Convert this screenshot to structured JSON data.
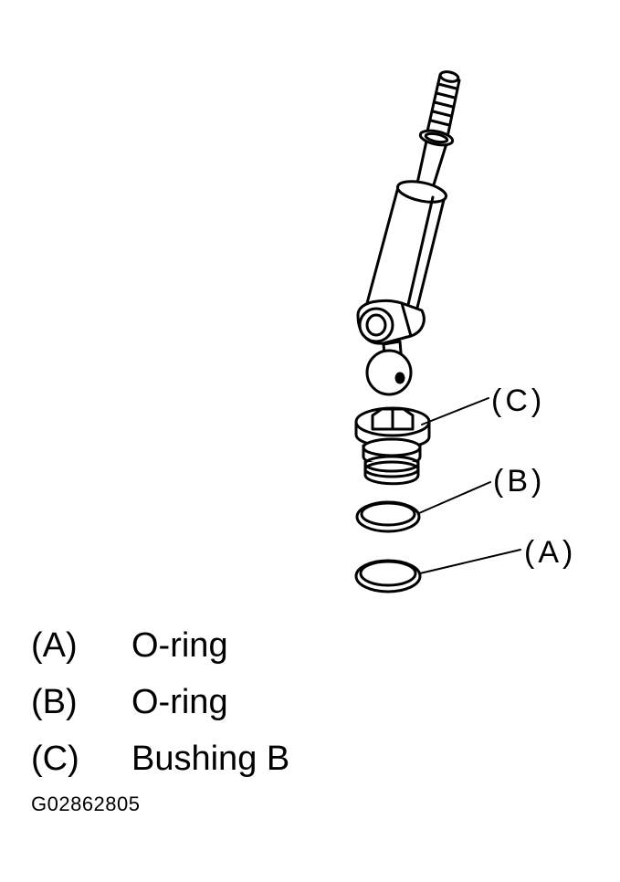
{
  "callouts": {
    "a": "(A)",
    "b": "(B)",
    "c": "(C)"
  },
  "legend": [
    {
      "key": "(A)",
      "desc": "O-ring"
    },
    {
      "key": "(B)",
      "desc": "O-ring"
    },
    {
      "key": "(C)",
      "desc": "Bushing B"
    }
  ],
  "figure_code": "G02862805"
}
